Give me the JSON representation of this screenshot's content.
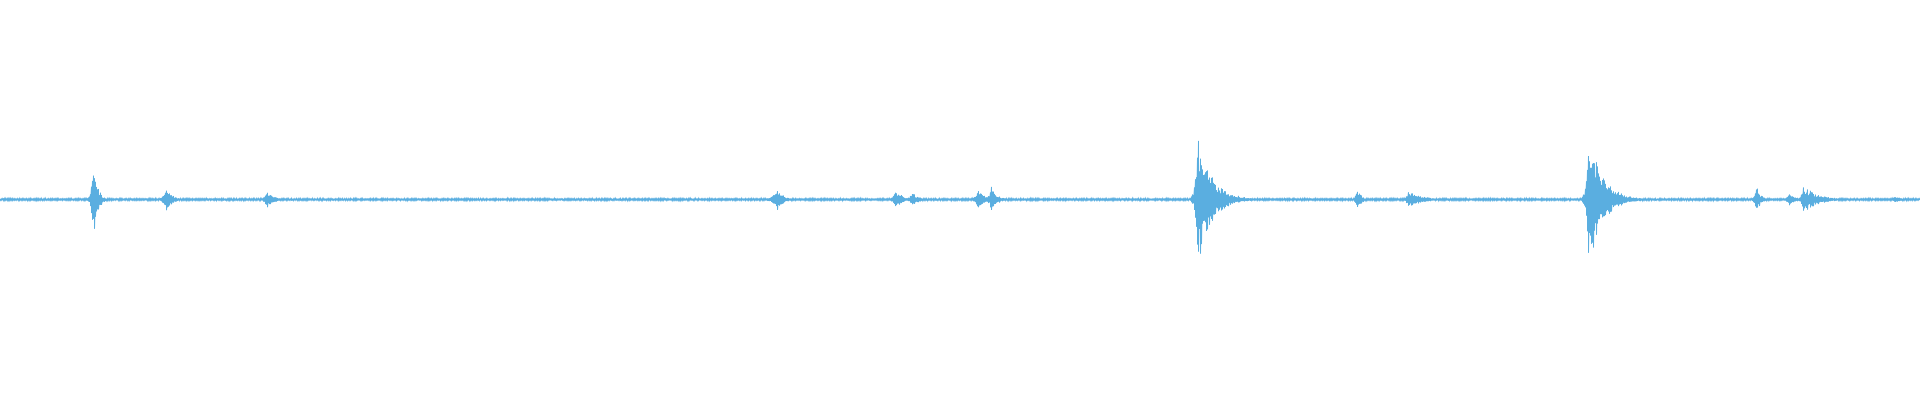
{
  "waveform": {
    "color": "#5aaee0",
    "peaks": [
      {
        "time": 0.0485,
        "amplitude": 0.62,
        "envelope": "sharp"
      },
      {
        "time": 0.0863,
        "amplitude": 0.19,
        "envelope": "cluster"
      },
      {
        "time": 0.1393,
        "amplitude": 0.15,
        "envelope": "cluster"
      },
      {
        "time": 0.4046,
        "amplitude": 0.19,
        "envelope": "block"
      },
      {
        "time": 0.4665,
        "amplitude": 0.16,
        "envelope": "cluster"
      },
      {
        "time": 0.4748,
        "amplitude": 0.11,
        "envelope": "cluster"
      },
      {
        "time": 0.5092,
        "amplitude": 0.17,
        "envelope": "cluster"
      },
      {
        "time": 0.5159,
        "amplitude": 0.19,
        "envelope": "cluster"
      },
      {
        "time": 0.6233,
        "amplitude": 1.0,
        "envelope": "decay"
      },
      {
        "time": 0.7069,
        "amplitude": 0.18,
        "envelope": "sharp"
      },
      {
        "time": 0.7332,
        "amplitude": 0.14,
        "envelope": "decay"
      },
      {
        "time": 0.827,
        "amplitude": 1.0,
        "envelope": "decay"
      },
      {
        "time": 0.9145,
        "amplitude": 0.22,
        "envelope": "sharp"
      },
      {
        "time": 0.9316,
        "amplitude": 0.11,
        "envelope": "cluster"
      },
      {
        "time": 0.9393,
        "amplitude": 0.22,
        "envelope": "decay"
      },
      {
        "time": 0.9869,
        "amplitude": 0.06,
        "envelope": "cluster"
      }
    ],
    "noise_floor": 0.012
  }
}
